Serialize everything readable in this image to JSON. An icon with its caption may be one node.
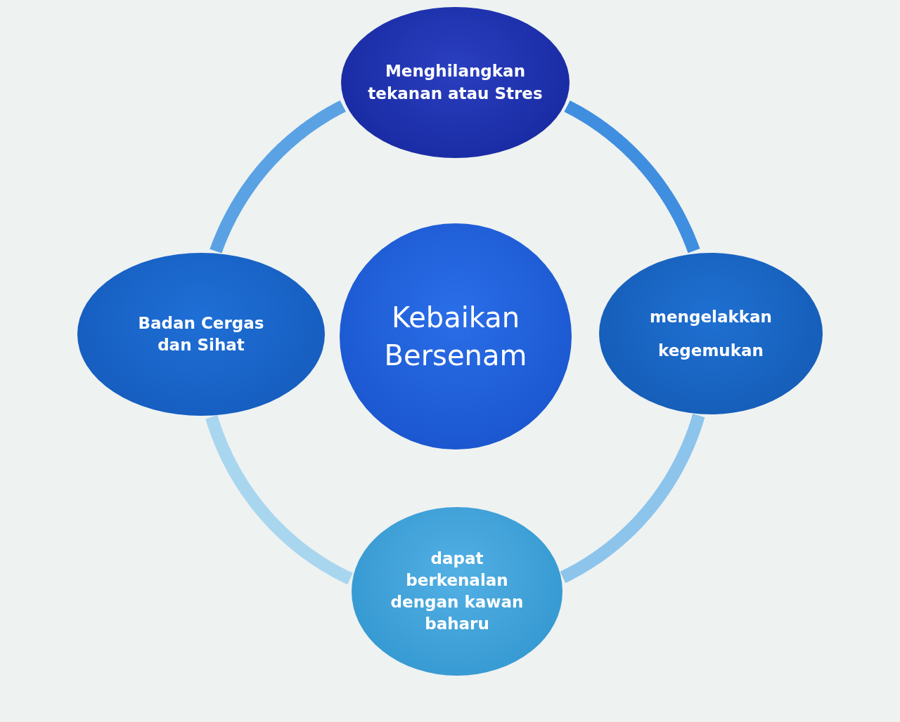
{
  "diagram": {
    "nodes": [
      {
        "text": [
          "Menghilangkan tekanan atau Stres"
        ]
      },
      {
        "text": [
          "Badan Cergas dan Sihat"
        ]
      },
      {
        "text": [
          "Kebaikan Bersenam"
        ]
      },
      {
        "text": [
          "mengelakkan kegemukan"
        ]
      },
      {
        "text": [
          "dapat berkenalan dengan kawan baharu"
        ]
      }
    ],
    "edges": [
      {
        "from": 0,
        "to": 3,
        "arrow": "none",
        "color": "#3f8ee0"
      },
      {
        "from": 3,
        "to": 4,
        "arrow": "none",
        "color": "#8cc4ec"
      },
      {
        "from": 4,
        "to": 1,
        "arrow": "none",
        "color": "#a9d6ef"
      },
      {
        "from": 1,
        "to": 0,
        "arrow": "none",
        "color": "#5aa2e4"
      }
    ]
  }
}
